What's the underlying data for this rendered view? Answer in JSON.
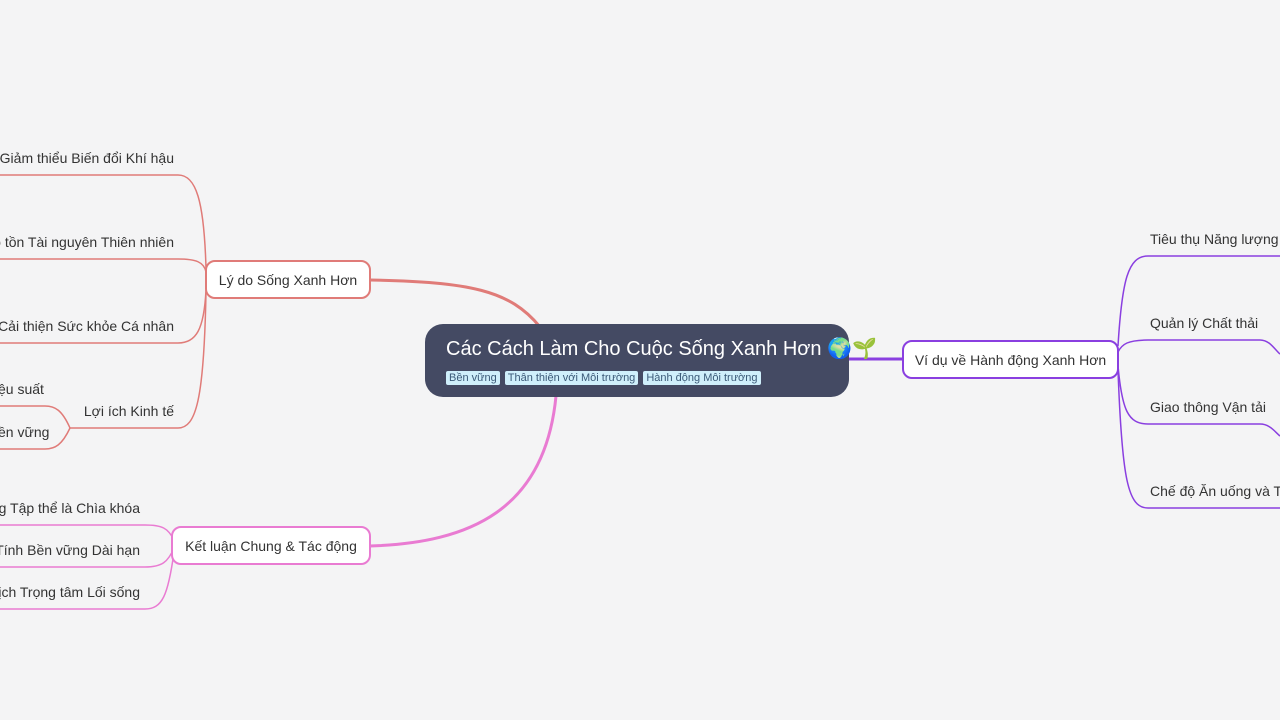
{
  "colors": {
    "background": "#f4f4f5",
    "central": "#444a63",
    "red": "#e07b78",
    "purple": "#8a3fe0",
    "pink": "#e97bd2"
  },
  "central": {
    "title": "Các Cách Làm Cho Cuộc Sống Xanh Hơn 🌍🌱",
    "tags": [
      "Bền vững",
      "Thân thiện với Môi trường",
      "Hành động Môi trường"
    ]
  },
  "branches": {
    "reasons": {
      "label": "Lý do Sống Xanh Hơn",
      "items": [
        "Giảm thiểu Biến đổi Khí hậu",
        "ao tồn Tài nguyên Thiên nhiên",
        "Cải thiện Sức khỏe Cá nhân",
        "Lợi ích Kinh tế"
      ],
      "sub_items": [
        "ệu suất",
        "ền vững"
      ]
    },
    "examples": {
      "label": "Ví dụ về Hành động Xanh Hơn",
      "items": [
        "Tiêu thụ Năng lượng",
        "Quản lý Chất thải",
        "Giao thông Vận tải",
        "Chế độ Ăn uống và Tiê"
      ]
    },
    "conclusion": {
      "label": "Kết luận Chung & Tác động",
      "items": [
        "ộng Tập thể là Chìa khóa",
        "Tính Bền vững Dài hạn",
        "dịch Trọng tâm Lối sống"
      ]
    }
  }
}
